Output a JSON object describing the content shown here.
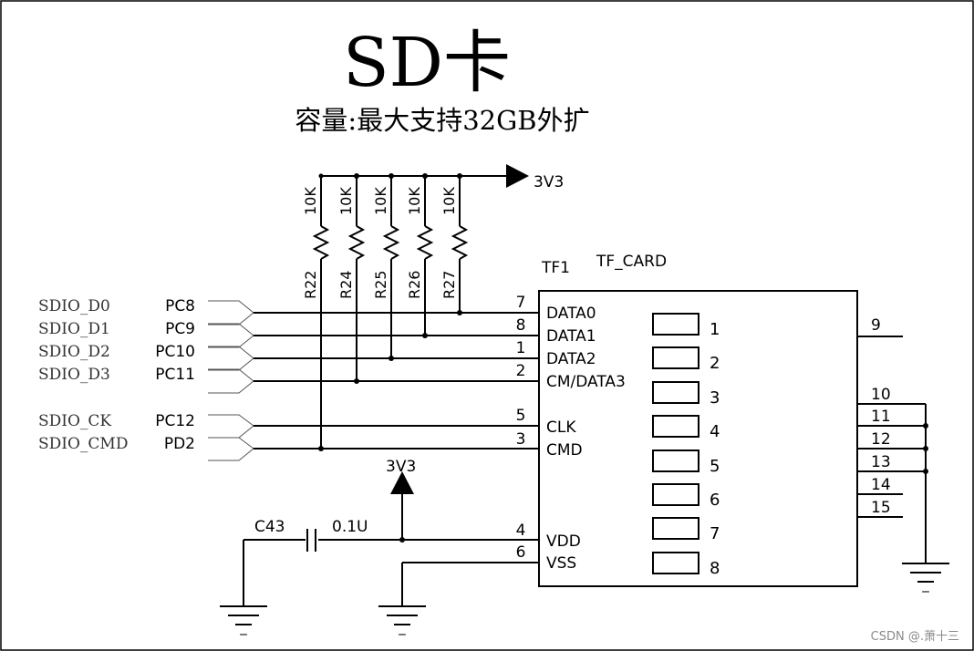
{
  "title": "SD卡",
  "subtitle": "容量:最大支持32GB外扩",
  "power_label": "3V3",
  "resistors": [
    {
      "ref": "R22",
      "value": "10K"
    },
    {
      "ref": "R24",
      "value": "10K"
    },
    {
      "ref": "R25",
      "value": "10K"
    },
    {
      "ref": "R26",
      "value": "10K"
    },
    {
      "ref": "R27",
      "value": "10K"
    }
  ],
  "component": {
    "designator": "TF1",
    "name": "TF_CARD"
  },
  "signals": [
    {
      "net": "SDIO_D0",
      "port": "PC8",
      "pin": "7",
      "label": "DATA0"
    },
    {
      "net": "SDIO_D1",
      "port": "PC9",
      "pin": "8",
      "label": "DATA1"
    },
    {
      "net": "SDIO_D2",
      "port": "PC10",
      "pin": "1",
      "label": "DATA2"
    },
    {
      "net": "SDIO_D3",
      "port": "PC11",
      "pin": "2",
      "label": "CM/DATA3"
    },
    {
      "net": "SDIO_CK",
      "port": "PC12",
      "pin": "5",
      "label": "CLK"
    },
    {
      "net": "SDIO_CMD",
      "port": "PD2",
      "pin": "3",
      "label": "CMD"
    }
  ],
  "power_pins": [
    {
      "pin": "4",
      "label": "VDD"
    },
    {
      "pin": "6",
      "label": "VSS"
    }
  ],
  "contacts": [
    "1",
    "2",
    "3",
    "4",
    "5",
    "6",
    "7",
    "8"
  ],
  "right_pins": [
    "9",
    "10",
    "11",
    "12",
    "13",
    "14",
    "15"
  ],
  "capacitor": {
    "ref": "C43",
    "value": "0.1U"
  },
  "ground_symbol": "_",
  "watermark": "CSDN @.萧十三"
}
